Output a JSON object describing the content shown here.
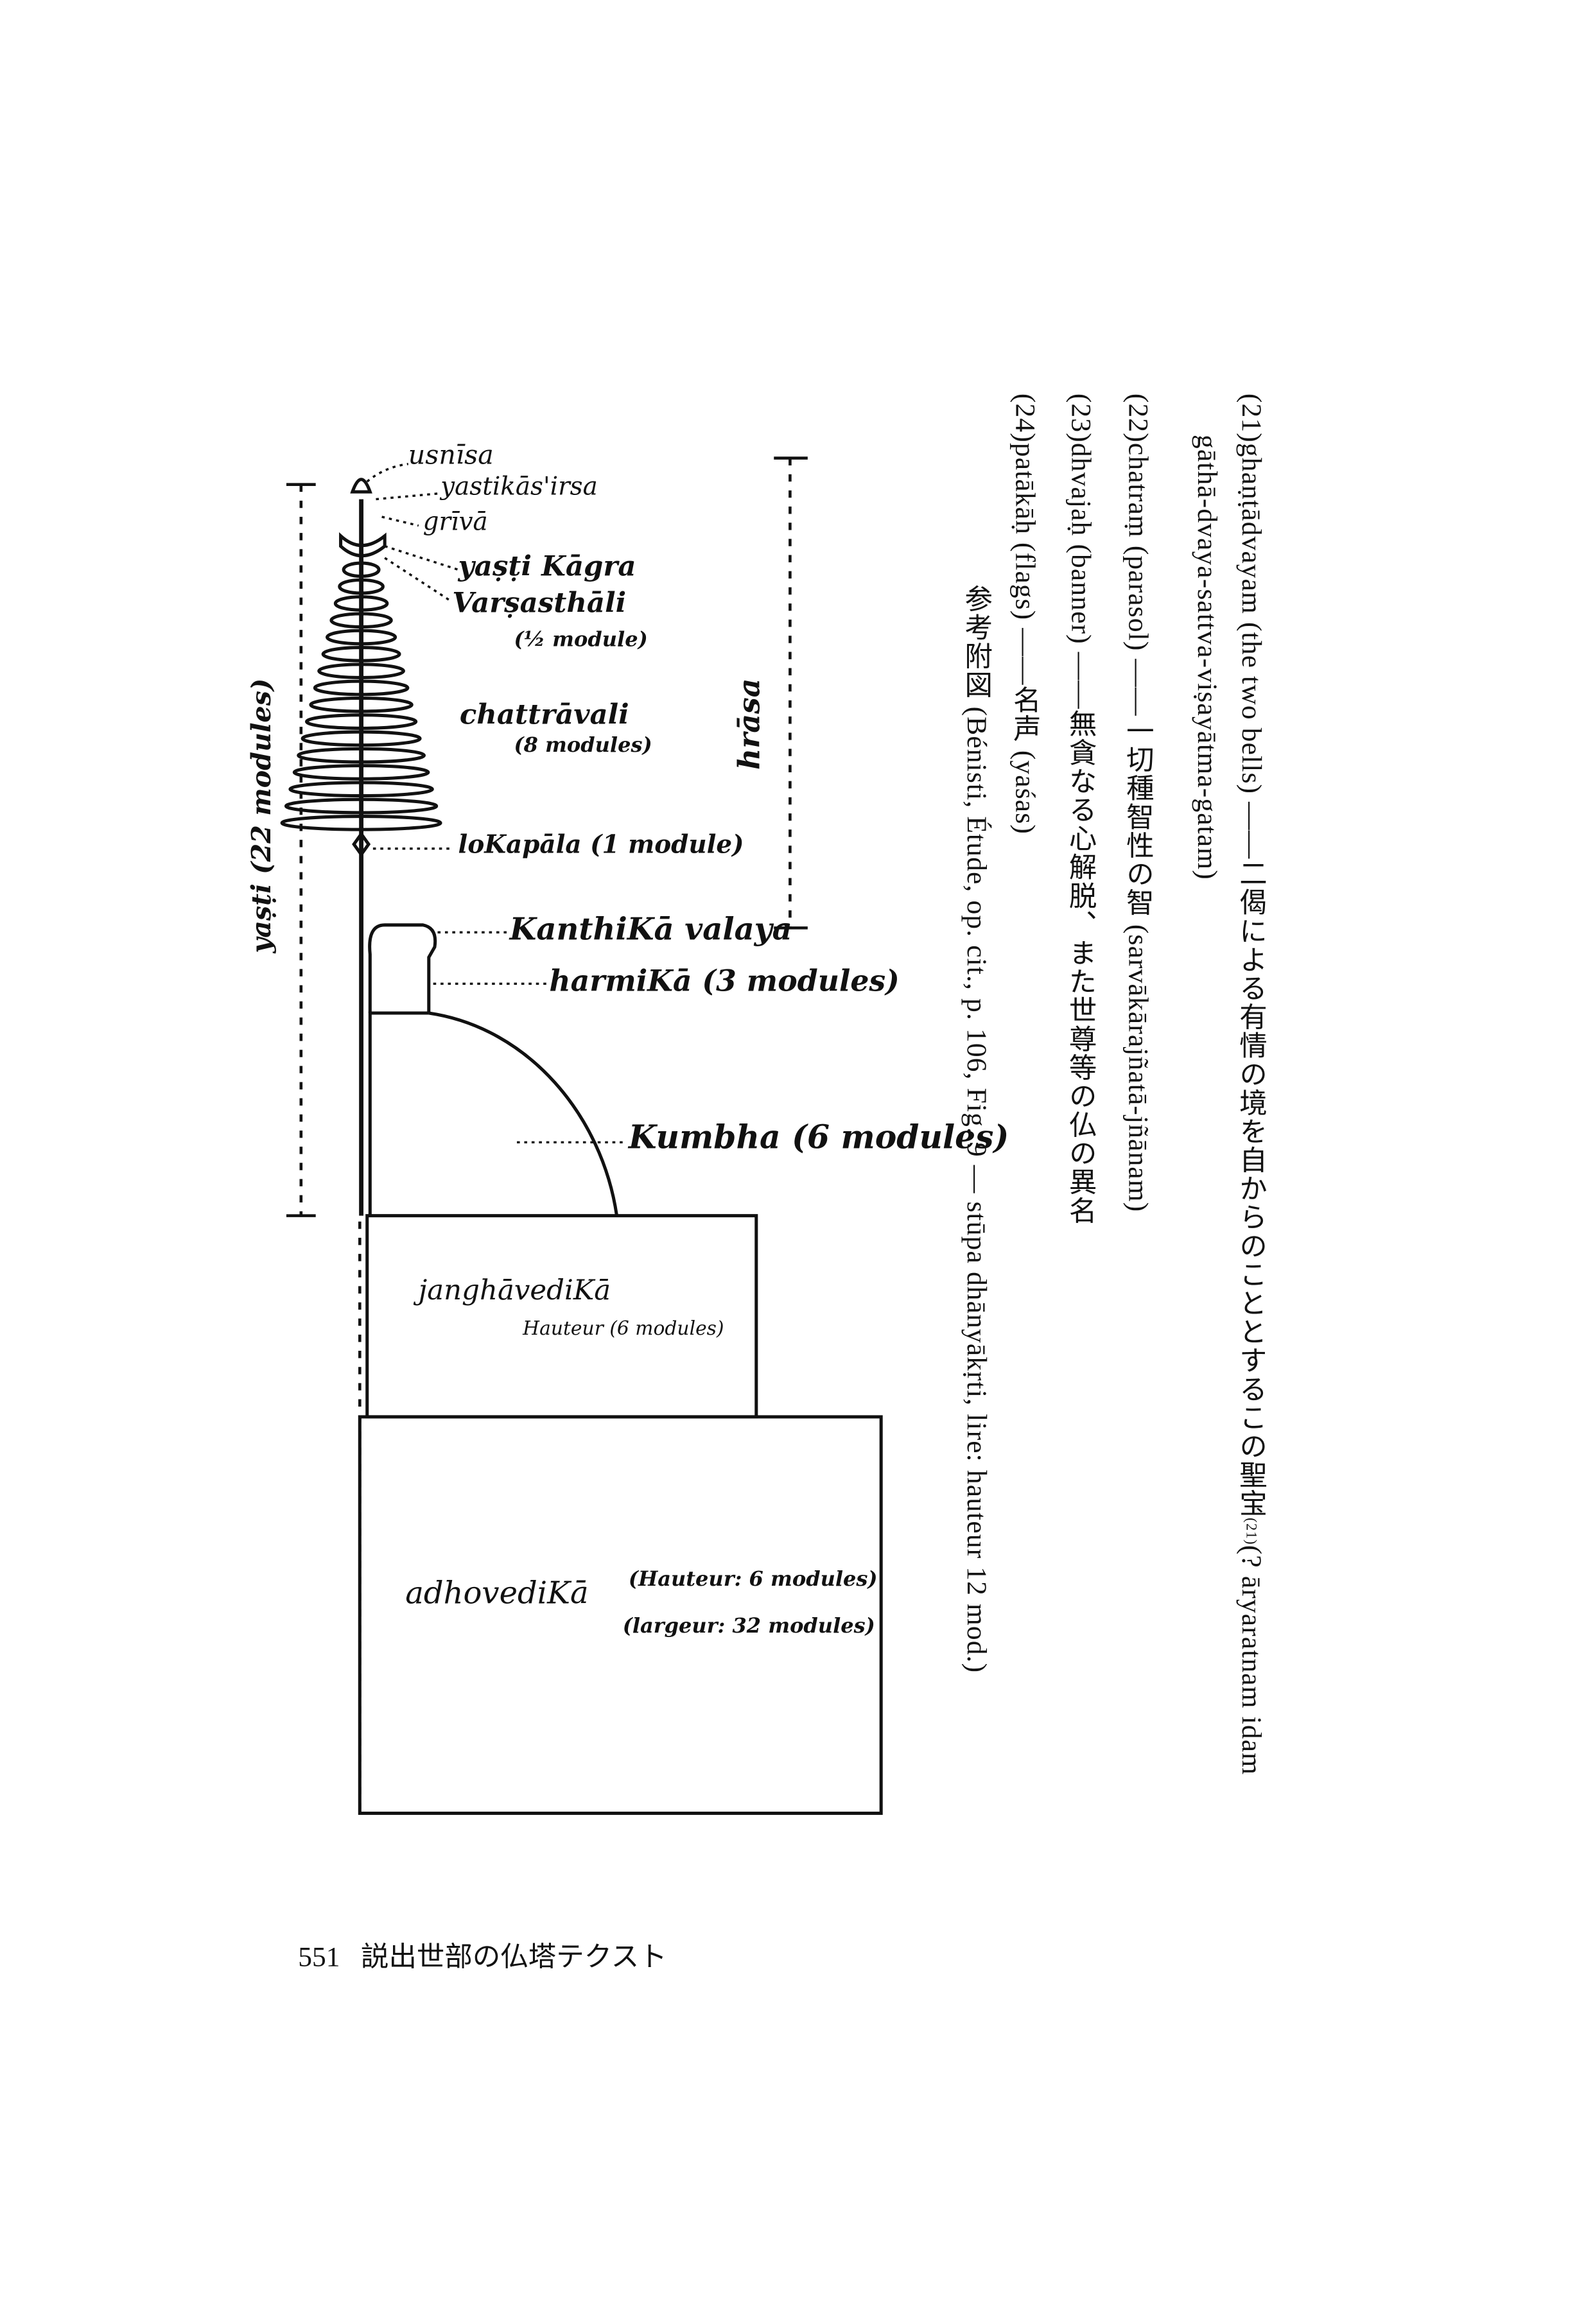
{
  "notes": [
    {
      "num": "(21)",
      "text": "ghaṇṭādvayam (the two bells) ——二偈による有情の境を自からのこととするこの聖宝",
      "sup": "(21)",
      "tail": "(? āryaratnam idam",
      "cont": "gāthā-dvaya-sattva-viṣayātma-gatam)"
    },
    {
      "num": "(22)",
      "text": "chatraṃ (parasol) ——一切種智性の智 (sarvākārajñatā-jñānam)"
    },
    {
      "num": "(23)",
      "text": "dhvajaḥ (banner) ——無貪なる心解脱、また世尊等の仏の異名"
    },
    {
      "num": "(24)",
      "text": "patākāḥ (flags) ——名声 (yaśas)"
    }
  ],
  "figure_caption": "参考附図 (Bénisti, Étude, op. cit., p. 106, Fig. 9 — stūpa dhānyākṛti, lire: hauteur 12 mod.)",
  "figure_labels": {
    "usnisa": "usnīsa",
    "yastikasirsa": "yastikās'irsa",
    "griva": "grīvā",
    "yastikagra": "yaṣṭi Kāgra",
    "varsasthali": "Varṣasthāli",
    "varsasthali_sub": "(½ module)",
    "chattravali": "chattrāvali",
    "chattravali_sub": "(8 modules)",
    "lokapala": "loKapāla (1 module)",
    "kanthika": "KanthiKā valaya",
    "harmika": "harmiKā (3 modules)",
    "kumbha": "Kumbha (6 modules)",
    "janghavedika": "janghāvediKā",
    "janghavedika_sub": "Hauteur (6 modules)",
    "adhovedika": "adhovediKā",
    "adhovedika_h": "(Hauteur: 6 modules)",
    "adhovedika_w": "(largeur: 32 modules)",
    "yasti": "yaṣṭi (22 modules)",
    "hrasa": "hrāsa"
  },
  "footer": {
    "page": "551",
    "title": "説出世部の仏塔テクスト"
  }
}
